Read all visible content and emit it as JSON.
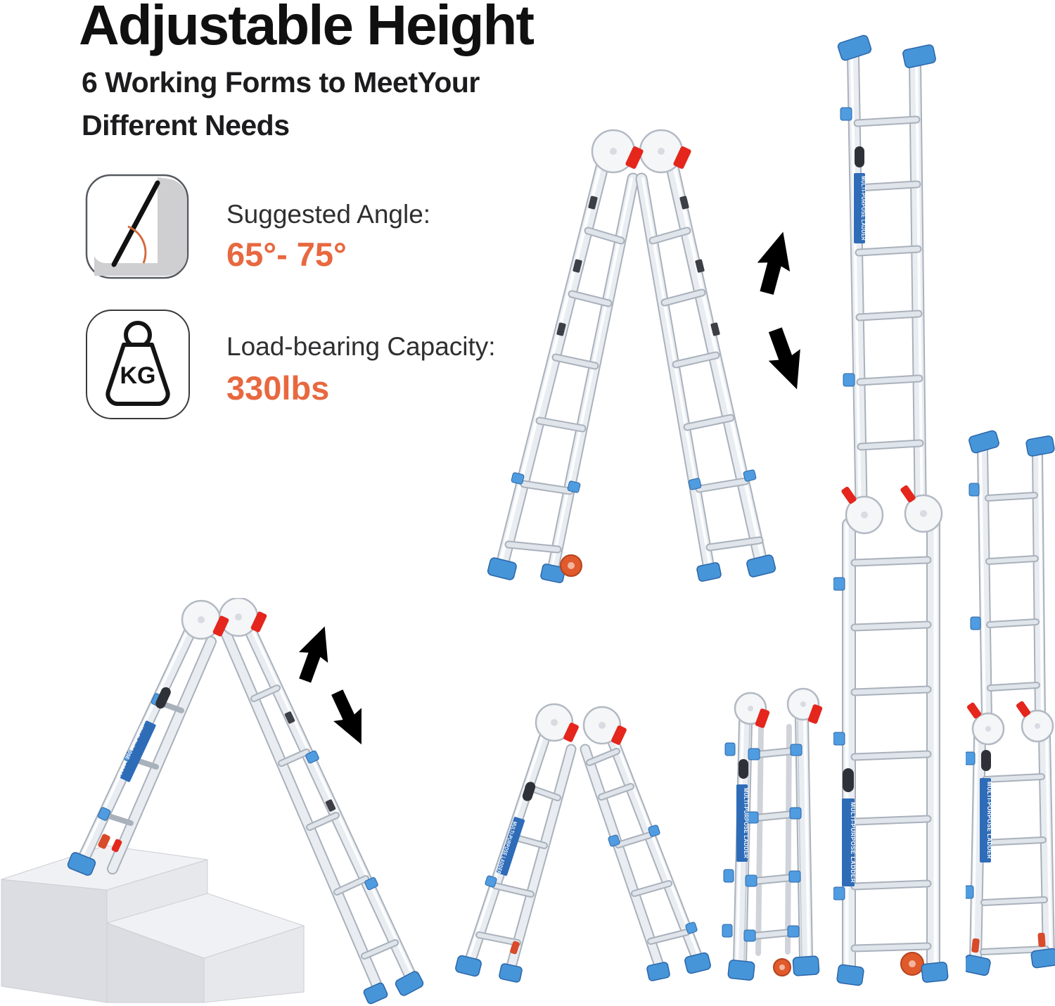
{
  "header": {
    "title": "Adjustable Height",
    "subtitle_line1": "6 Working Forms to MeetYour",
    "subtitle_line2": "Different Needs"
  },
  "features": {
    "angle": {
      "icon": "ladder-angle-icon",
      "label": "Suggested Angle:",
      "value": "65°- 75°"
    },
    "capacity": {
      "icon": "kg-weight-icon",
      "icon_text": "KG",
      "label": "Load-bearing Capacity:",
      "value": "330lbs"
    }
  },
  "sticker_label": "MULTI-PURPOSE LADDER",
  "figures": [
    {
      "id": 1,
      "name": "a-frame-extended-ladder"
    },
    {
      "id": 2,
      "name": "fully-extended-straight-ladder"
    },
    {
      "id": 3,
      "name": "stairway-ladder-on-steps"
    },
    {
      "id": 4,
      "name": "a-frame-compact-ladder"
    },
    {
      "id": 5,
      "name": "folded-storage-ladder"
    },
    {
      "id": 6,
      "name": "half-extended-straight-ladder"
    }
  ],
  "colors": {
    "accent_orange": "#E8683F",
    "arrow_red": "#E4261C",
    "ladder_blue": "#4795D9",
    "sticker_blue": "#2E6CB8",
    "title_color": "#101010"
  }
}
